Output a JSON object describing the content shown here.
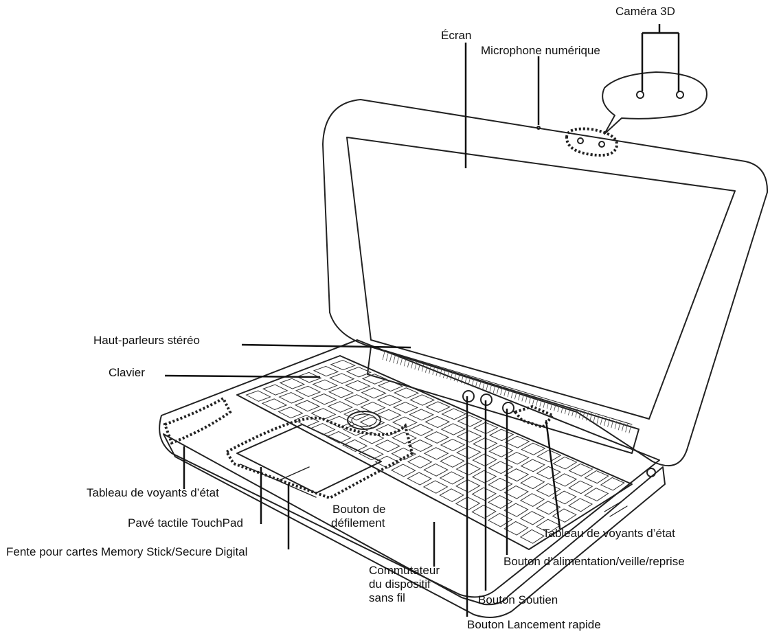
{
  "labels": {
    "camera_3d": "Caméra 3D",
    "ecran": "Écran",
    "microphone": "Microphone numérique",
    "speakers": "Haut-parleurs stéréo",
    "keyboard": "Clavier",
    "status_panel_left": "Tableau de voyants d’état",
    "touchpad": "Pavé tactile TouchPad",
    "card_slot": "Fente pour cartes Memory Stick/Secure Digital",
    "scroll_button_line1": "Bouton de",
    "scroll_button_line2": "défilement",
    "wireless_line1": "Commutateur",
    "wireless_line2": "du dispositif",
    "wireless_line3": "sans fil",
    "quick_launch": "Bouton Lancement rapide",
    "support_button": "Bouton Soutien",
    "power_button": "Bouton d’alimentation/veille/reprise",
    "status_panel_right": "Tableau de voyants d’état"
  }
}
